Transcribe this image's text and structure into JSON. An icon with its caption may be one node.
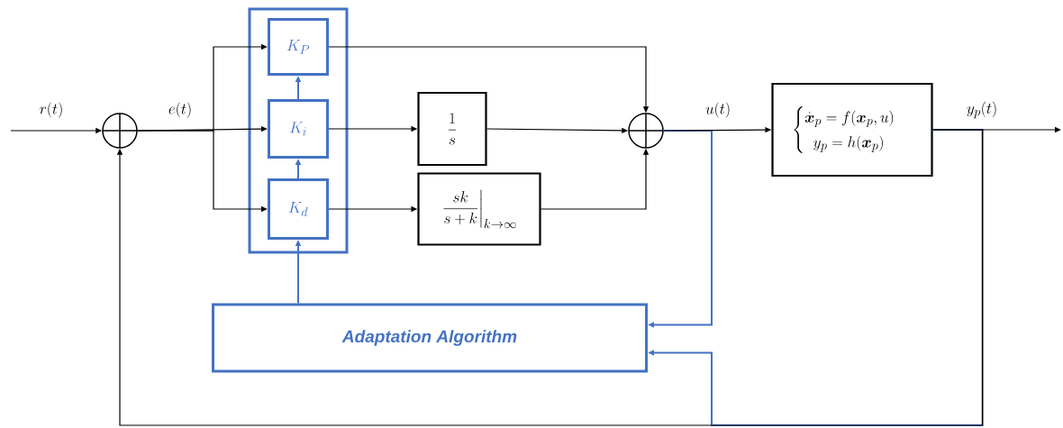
{
  "diagram": {
    "nodes": [
      {
        "text": [],
        "shape": "circle"
      },
      {
        "text": [],
        "shape": "box"
      },
      {
        "text": [
          "K_P"
        ],
        "in": 1
      },
      {
        "text": [
          "K_i"
        ],
        "in": 1
      },
      {
        "text": [
          "K_d"
        ],
        "in": 1
      },
      {
        "text": [
          "\\frac{1}{s}"
        ]
      },
      {
        "text": [
          "\\left.\\frac{sk}{s+k}\\right|_{k\\to\\infty}"
        ]
      },
      {
        "text": [],
        "shape": "circle"
      },
      {
        "text": [
          "\\begin{cases}\\dot{\\boldsymbol{x}}_p = f(\\boldsymbol{x}_p,u)\\\\ \\;\\;y_p = h(\\boldsymbol{x}_p)\\end{cases}"
        ]
      },
      {
        "text": [
          "Adaptation Algorithm"
        ]
      }
    ],
    "edges": [
      {
        "from": null,
        "to": 0,
        "arrow": "to",
        "label": "r(t)"
      },
      {
        "from": 0,
        "to": 2,
        "arrow": "to"
      },
      {
        "from": 0,
        "to": 3,
        "arrow": "to",
        "label": "e(t)"
      },
      {
        "from": 0,
        "to": 4,
        "arrow": "to"
      },
      {
        "from": 2,
        "to": 7,
        "arrow": "to"
      },
      {
        "from": 3,
        "to": 5,
        "arrow": "to"
      },
      {
        "from": 5,
        "to": 7,
        "arrow": "to"
      },
      {
        "from": 4,
        "to": 6,
        "arrow": "to"
      },
      {
        "from": 6,
        "to": 7,
        "arrow": "to"
      },
      {
        "from": 7,
        "to": 8,
        "arrow": "to",
        "label": "u(t)"
      },
      {
        "from": 8,
        "to": null,
        "arrow": "to",
        "label": "y_p(t)"
      },
      {
        "from": 8,
        "to": 0,
        "arrow": "to"
      },
      {
        "from": 7,
        "to": 9,
        "arrow": "to",
        "color": "#4472c4"
      },
      {
        "from": 8,
        "to": 9,
        "arrow": "to",
        "color": "#4472c4"
      },
      {
        "from": 4,
        "to": 3,
        "arrow": "to",
        "color": "#4472c4"
      },
      {
        "from": 3,
        "to": 2,
        "arrow": "to",
        "color": "#4472c4"
      },
      {
        "from": 9,
        "to": 4,
        "arrow": "to",
        "color": "#4472c4"
      }
    ]
  }
}
